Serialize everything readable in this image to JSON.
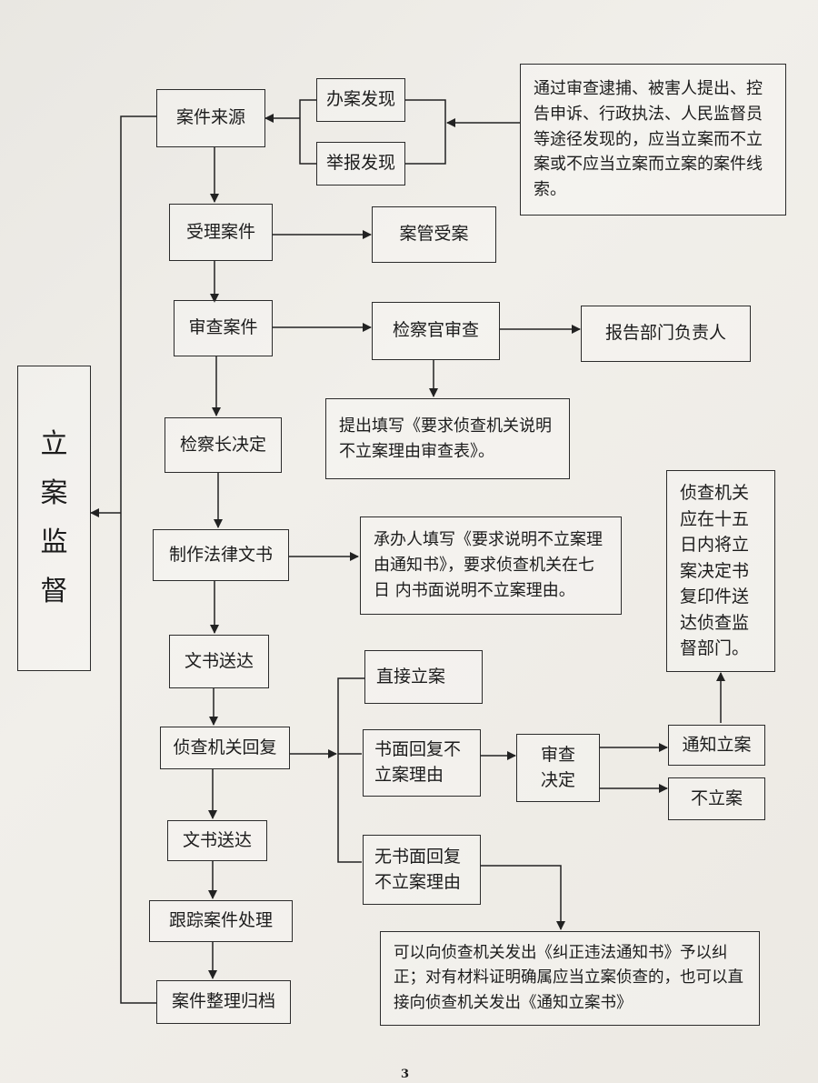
{
  "title": [
    "立",
    "案",
    "监",
    "督"
  ],
  "nodes": {
    "case_source": "案件来源",
    "handling_found": "办案发现",
    "report_found": "举报发现",
    "source_note": "通过审查逮捕、被害人提出、控告申诉、行政执法、人民监督员等途径发现的，应当立案而不立案或不应当立案而立案的案件线索。",
    "accept_case": "受理案件",
    "case_mgmt_accept": "案管受案",
    "review_case": "审查案件",
    "prosecutor_review": "检察官审查",
    "report_head": "报告部门负责人",
    "fill_form": "提出填写《要求侦查机关说明不立案理由审查表》。",
    "chief_decision": "检察长决定",
    "make_document": "制作法律文书",
    "document_note": "承办人填写《要求说明不立案理由通知书》，要求侦查机关在七日  内书面说明不立案理由。",
    "deliver_1": "文书送达",
    "investigator_reply": "侦查机关回复",
    "deliver_2": "文书送达",
    "track_case": "跟踪案件处理",
    "archive_case": "案件整理归档",
    "direct_filing": "直接立案",
    "written_reply": "书面回复不立案理由",
    "review_decide": "审查决定",
    "notify_filing": "通知立案",
    "no_filing": "不立案",
    "fifteen_day_note": "侦查机关应在十五日内将立案决定书复印件送达侦查监督部门。",
    "no_written_reply": "无书面回复不立案理由",
    "correction_note": "可以向侦查机关发出《纠正违法通知书》予以纠正；对有材料证明确属应当立案侦查的，也可以直接向侦查机关发出《通知立案书》"
  },
  "page_number": "3"
}
